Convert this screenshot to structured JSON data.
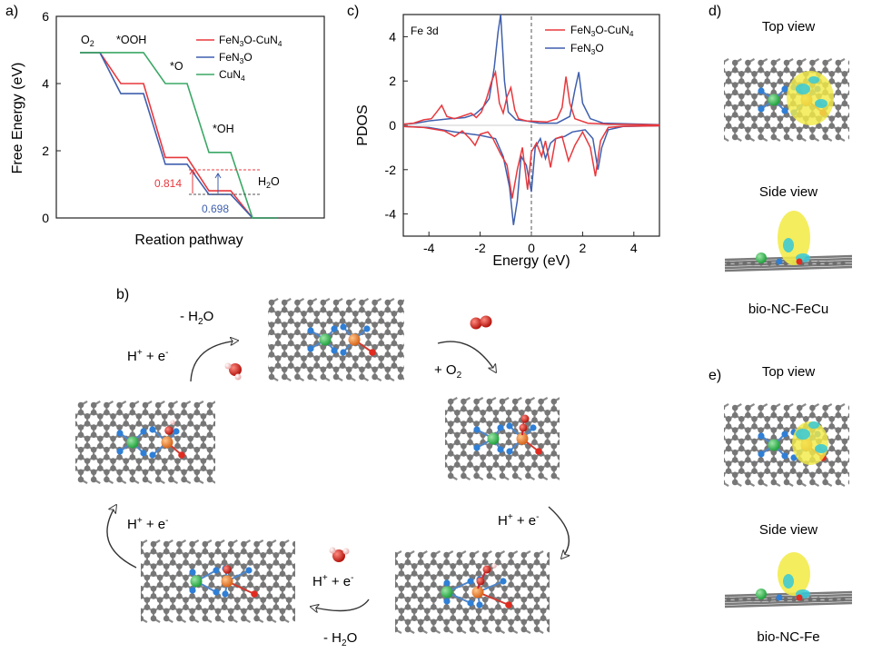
{
  "panels": {
    "a": {
      "label": "a)"
    },
    "b": {
      "label": "b)"
    },
    "c": {
      "label": "c)"
    },
    "d": {
      "label": "d)",
      "top_title": "Top view",
      "side_title": "Side view",
      "caption": "bio-NC-FeCu"
    },
    "e": {
      "label": "e)",
      "top_title": "Top view",
      "side_title": "Side view",
      "caption": "bio-NC-Fe"
    }
  },
  "colors": {
    "red": "#e8383d",
    "blue": "#3f5fae",
    "green": "#3aa865",
    "gray": "#7d7d7d",
    "nitrogen": "#2f7fd6",
    "oxygen": "#e02b20",
    "iron": "#ee7a26",
    "copper": "#2fb54a",
    "density_yellow": "#f2ea48",
    "density_cyan": "#35c8d8"
  },
  "chart_data": [
    {
      "type": "line",
      "panel": "a",
      "ylabel": "Free Energy (eV)",
      "xlabel": "Reation pathway",
      "ylim": [
        0,
        6
      ],
      "yticks": [
        "0",
        "2",
        "4",
        "6"
      ],
      "steps": [
        "O2",
        "*OOH",
        "*O",
        "*OH",
        "H2O"
      ],
      "step_labels": {
        "o2": "O",
        "o2_sub": "2",
        "ooh": "*OOH",
        "o": "*O",
        "oh": "*OH",
        "h2o_main": "H",
        "h2o_sub": "2",
        "h2o_end": "O"
      },
      "series": [
        {
          "name": "FeN3O-CuN4",
          "legend_main": "FeN",
          "legend_sub1": "3",
          "legend_mid": "O-CuN",
          "legend_sub2": "4",
          "color": "#e8383d",
          "values": [
            4.92,
            4.0,
            1.8,
            0.81,
            0.0
          ]
        },
        {
          "name": "FeN3O",
          "legend_main": "FeN",
          "legend_sub1": "3",
          "legend_mid": "O",
          "legend_sub2": "",
          "color": "#3f5fae",
          "values": [
            4.92,
            3.7,
            1.6,
            0.7,
            0.0
          ]
        },
        {
          "name": "CuN4",
          "legend_main": "CuN",
          "legend_sub1": "4",
          "legend_mid": "",
          "legend_sub2": "",
          "color": "#3aa865",
          "values": [
            4.92,
            4.92,
            4.0,
            1.95,
            0.0
          ]
        }
      ],
      "annotations": {
        "red_gap": "0.814",
        "blue_gap": "0.698"
      }
    },
    {
      "type": "line",
      "panel": "c",
      "ylabel": "PDOS",
      "xlabel": "Energy (eV)",
      "xlim": [
        -5,
        5
      ],
      "ylim": [
        -5,
        5
      ],
      "xticks": [
        "-4",
        "-2",
        "0",
        "2",
        "4"
      ],
      "yticks": [
        "-4",
        "-2",
        "0",
        "2",
        "4"
      ],
      "inset_label": "Fe 3d",
      "series": [
        {
          "name": "FeN3O-CuN4",
          "legend_main": "FeN",
          "legend_sub1": "3",
          "legend_mid": "O-CuN",
          "legend_sub2": "4",
          "color": "#e8383d",
          "up": [
            [
              -5,
              0.05
            ],
            [
              -4.6,
              0.1
            ],
            [
              -4.2,
              0.25
            ],
            [
              -3.9,
              0.3
            ],
            [
              -3.7,
              0.6
            ],
            [
              -3.5,
              0.9
            ],
            [
              -3.3,
              0.4
            ],
            [
              -3.0,
              0.3
            ],
            [
              -2.6,
              0.45
            ],
            [
              -2.35,
              0.55
            ],
            [
              -2.15,
              0.35
            ],
            [
              -1.95,
              0.6
            ],
            [
              -1.75,
              1.2
            ],
            [
              -1.55,
              2.0
            ],
            [
              -1.4,
              2.4
            ],
            [
              -1.25,
              1.0
            ],
            [
              -1.1,
              0.55
            ],
            [
              -0.95,
              1.3
            ],
            [
              -0.8,
              1.7
            ],
            [
              -0.65,
              0.7
            ],
            [
              -0.5,
              0.3
            ],
            [
              -0.2,
              0.2
            ],
            [
              0.2,
              0.18
            ],
            [
              0.6,
              0.15
            ],
            [
              1.0,
              0.3
            ],
            [
              1.2,
              0.8
            ],
            [
              1.35,
              2.2
            ],
            [
              1.5,
              1.0
            ],
            [
              1.7,
              0.3
            ],
            [
              2.2,
              0.1
            ],
            [
              3,
              0.05
            ],
            [
              5,
              0.02
            ]
          ],
          "down": [
            [
              -5,
              -0.05
            ],
            [
              -4.2,
              -0.1
            ],
            [
              -3.4,
              -0.25
            ],
            [
              -3.0,
              -0.5
            ],
            [
              -2.7,
              -0.25
            ],
            [
              -2.4,
              -0.6
            ],
            [
              -2.2,
              -0.9
            ],
            [
              -2.0,
              -0.4
            ],
            [
              -1.7,
              -0.3
            ],
            [
              -1.5,
              -0.6
            ],
            [
              -1.2,
              -1.3
            ],
            [
              -0.95,
              -1.8
            ],
            [
              -0.75,
              -3.3
            ],
            [
              -0.55,
              -2.0
            ],
            [
              -0.35,
              -1.0
            ],
            [
              -0.15,
              -2.9
            ],
            [
              0.0,
              -1.2
            ],
            [
              0.2,
              -0.8
            ],
            [
              0.4,
              -1.4
            ],
            [
              0.55,
              -0.7
            ],
            [
              0.75,
              -1.9
            ],
            [
              0.95,
              -0.6
            ],
            [
              1.2,
              -0.5
            ],
            [
              1.45,
              -1.6
            ],
            [
              1.7,
              -0.9
            ],
            [
              2.0,
              -0.3
            ],
            [
              2.3,
              -1.0
            ],
            [
              2.5,
              -2.3
            ],
            [
              2.7,
              -0.7
            ],
            [
              3.0,
              -0.1
            ],
            [
              3.6,
              -0.04
            ],
            [
              5,
              -0.02
            ]
          ]
        },
        {
          "name": "FeN3O",
          "legend_main": "FeN",
          "legend_sub1": "3",
          "legend_mid": "O",
          "legend_sub2": "",
          "color": "#3f5fae",
          "up": [
            [
              -5,
              0.05
            ],
            [
              -4.5,
              0.1
            ],
            [
              -4.0,
              0.2
            ],
            [
              -3.2,
              0.3
            ],
            [
              -2.6,
              0.35
            ],
            [
              -2.2,
              0.5
            ],
            [
              -1.9,
              0.8
            ],
            [
              -1.65,
              1.2
            ],
            [
              -1.45,
              2.6
            ],
            [
              -1.3,
              4.2
            ],
            [
              -1.2,
              5.0
            ],
            [
              -1.05,
              2.0
            ],
            [
              -0.9,
              0.6
            ],
            [
              -0.6,
              0.25
            ],
            [
              -0.2,
              0.2
            ],
            [
              0.3,
              0.1
            ],
            [
              1.0,
              0.1
            ],
            [
              1.5,
              0.4
            ],
            [
              1.7,
              1.6
            ],
            [
              1.85,
              2.4
            ],
            [
              2.0,
              1.0
            ],
            [
              2.3,
              0.3
            ],
            [
              2.8,
              0.1
            ],
            [
              5,
              0.03
            ]
          ],
          "down": [
            [
              -5,
              -0.05
            ],
            [
              -4.0,
              -0.1
            ],
            [
              -3.0,
              -0.3
            ],
            [
              -2.0,
              -0.45
            ],
            [
              -1.4,
              -0.6
            ],
            [
              -1.1,
              -1.4
            ],
            [
              -0.85,
              -2.8
            ],
            [
              -0.7,
              -4.5
            ],
            [
              -0.55,
              -3.4
            ],
            [
              -0.4,
              -1.4
            ],
            [
              -0.2,
              -1.8
            ],
            [
              0.0,
              -3.0
            ],
            [
              0.15,
              -1.0
            ],
            [
              0.35,
              -0.6
            ],
            [
              0.55,
              -1.5
            ],
            [
              0.75,
              -0.8
            ],
            [
              0.95,
              -0.6
            ],
            [
              1.3,
              -0.5
            ],
            [
              1.6,
              -0.3
            ],
            [
              2.1,
              -0.2
            ],
            [
              2.4,
              -0.6
            ],
            [
              2.6,
              -2.0
            ],
            [
              2.75,
              -1.0
            ],
            [
              3.0,
              -0.2
            ],
            [
              3.6,
              -0.05
            ],
            [
              5,
              -0.02
            ]
          ]
        }
      ]
    }
  ],
  "cycle": {
    "arrow_top_left": {
      "minus": "- H",
      "minus_sub": "2",
      "minus_end": "O",
      "proton": "H",
      "proton_sup": "+",
      "plus": " + e",
      "electron_sup": "-"
    },
    "arrow_top_right": {
      "text": "+ O",
      "sub": "2"
    },
    "arrow_right": {
      "proton": "H",
      "proton_sup": "+",
      "plus": " + e",
      "electron_sup": "-"
    },
    "arrow_bottom": {
      "proton": "H",
      "proton_sup": "+",
      "plus": " + e",
      "electron_sup": "-",
      "minus": "- H",
      "minus_sub": "2",
      "minus_end": "O"
    },
    "arrow_left": {
      "proton": "H",
      "proton_sup": "+",
      "plus": " + e",
      "electron_sup": "-"
    }
  }
}
